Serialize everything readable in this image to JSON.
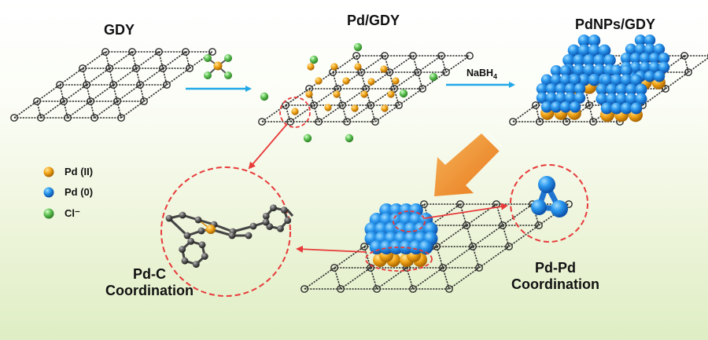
{
  "panels": {
    "gdy": "GDY",
    "pd_gdy": "Pd/GDY",
    "pdnps_gdy": "PdNPs/GDY"
  },
  "reagent": {
    "base": "NaBH",
    "subscript": "4"
  },
  "legend": [
    {
      "label": "Pd (II)",
      "color": "#f2a518"
    },
    {
      "label": "Pd (0)",
      "color": "#1f8fe6"
    },
    {
      "label": "Cl⁻",
      "color": "#5fc254"
    }
  ],
  "captions": {
    "pd_c_line1": "Pd-C",
    "pd_c_line2": "Coordination",
    "pd_pd_line1": "Pd-Pd",
    "pd_pd_line2": "Coordination"
  },
  "colors": {
    "lattice": "#2b2b2b",
    "arrow_blue": "#22a8e8",
    "arrow_orange": "#ee8a1e",
    "callout_red": "#e83a3a",
    "pd_ii": "#f2a518",
    "pd_0": "#1f8fe6",
    "cl": "#5fc254"
  }
}
